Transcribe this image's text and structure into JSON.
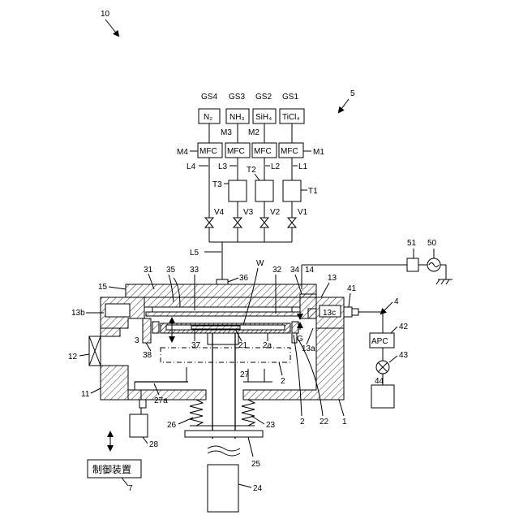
{
  "figure": {
    "ref_main": "10",
    "gas_sources": [
      "GS4",
      "GS3",
      "GS2",
      "GS1"
    ],
    "gases": [
      "N₂",
      "NH₃",
      "SiH₄",
      "TiCl₄"
    ],
    "mfc_label": "MFC",
    "mfc_refs": [
      "M4",
      "M3",
      "M2",
      "M1"
    ],
    "line_refs": [
      "L4",
      "L3",
      "L2",
      "L1"
    ],
    "tank_refs": [
      "T3",
      "T2",
      "T1"
    ],
    "valve_refs": [
      "V4",
      "V3",
      "V2",
      "V1"
    ],
    "line5": "L5",
    "ref_supply": "5",
    "ref_51": "51",
    "ref_50": "50",
    "ref_4": "4",
    "ref_W": "W",
    "apc_label": "APC",
    "controller_label": "制御装置",
    "labels": {
      "r31": "31",
      "r35": "35",
      "r33": "33",
      "r36": "36",
      "r32": "32",
      "r34": "34",
      "r14": "14",
      "r13": "13",
      "r41": "41",
      "r15": "15",
      "r13b": "13b",
      "r13c": "13c",
      "r42": "42",
      "r3": "3",
      "rG": "G",
      "r13a": "13a",
      "r12": "12",
      "r43": "43",
      "r38": "38",
      "r37": "37",
      "r21": "21",
      "r2a": "2a",
      "r27": "27",
      "r2": "2",
      "r11": "11",
      "r44": "44",
      "r27a": "27a",
      "r2b": "2",
      "r22": "22",
      "r1": "1",
      "r26": "26",
      "r23": "23",
      "r28": "28",
      "r25": "25",
      "r7": "7",
      "r24": "24"
    }
  }
}
